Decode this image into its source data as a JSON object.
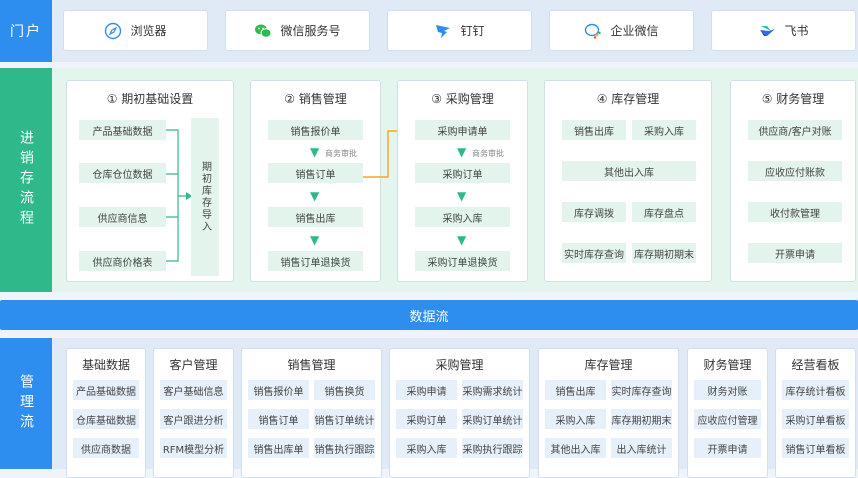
{
  "portal": {
    "label": "门户",
    "items": [
      {
        "label": "浏览器",
        "icon": "compass-icon"
      },
      {
        "label": "微信服务号",
        "icon": "wechat-icon"
      },
      {
        "label": "钉钉",
        "icon": "dingtalk-icon"
      },
      {
        "label": "企业微信",
        "icon": "wecom-icon"
      },
      {
        "label": "飞书",
        "icon": "feishu-icon"
      }
    ]
  },
  "jxc": {
    "label": "进销存流程",
    "init": {
      "title": "① 期初基础设置",
      "items": [
        "产品基础数据",
        "仓库仓位数据",
        "供应商信息",
        "供应商价格表"
      ],
      "import": "期初库存导入"
    },
    "sales": {
      "title": "② 销售管理",
      "steps": [
        "销售报价单",
        "销售订单",
        "销售出库",
        "销售订单退换货"
      ],
      "approval": "商务审批"
    },
    "purchase": {
      "title": "③ 采购管理",
      "steps": [
        "采购申请单",
        "采购订单",
        "采购入库",
        "采购订单退换货"
      ],
      "approval": "商务审批"
    },
    "inventory": {
      "title": "④ 库存管理",
      "row1": [
        "销售出库",
        "采购入库"
      ],
      "wide": "其他出入库",
      "row2": [
        "库存调拨",
        "库存盘点"
      ],
      "row3": [
        "实时库存查询",
        "库存期初期末"
      ]
    },
    "finance": {
      "title": "⑤ 财务管理",
      "items": [
        "供应商/客户对账",
        "应收应付账款",
        "收付款管理",
        "开票申请"
      ]
    }
  },
  "dataflow": "数据流",
  "mgmt": {
    "label": "管理流",
    "panels": [
      {
        "title": "基础数据",
        "cols": 1,
        "items": [
          "产品基础数据",
          "仓库基础数据",
          "供应商数据"
        ]
      },
      {
        "title": "客户管理",
        "cols": 1,
        "items": [
          "客户基础信息",
          "客户跟进分析",
          "RFM模型分析"
        ]
      },
      {
        "title": "销售管理",
        "cols": 2,
        "items": [
          "销售报价单",
          "销售换货",
          "销售订单",
          "销售订单统计",
          "销售出库单",
          "销售执行跟踪"
        ]
      },
      {
        "title": "采购管理",
        "cols": 2,
        "items": [
          "采购申请",
          "采购需求统计",
          "采购订单",
          "采购订单统计",
          "采购入库",
          "采购执行跟踪"
        ]
      },
      {
        "title": "库存管理",
        "cols": 2,
        "items": [
          "销售出库",
          "实时库存查询",
          "采购入库",
          "库存期初期末",
          "其他出入库",
          "出入库统计"
        ]
      },
      {
        "title": "财务管理",
        "cols": 1,
        "items": [
          "财务对账",
          "应收应付管理",
          "开票申请"
        ]
      },
      {
        "title": "经营看板",
        "cols": 1,
        "items": [
          "库存统计看板",
          "采购订单看板",
          "销售订单看板"
        ]
      }
    ]
  },
  "colors": {
    "blue": "#2e8ef0",
    "green": "#2fb98a",
    "orange": "#f5a623"
  }
}
